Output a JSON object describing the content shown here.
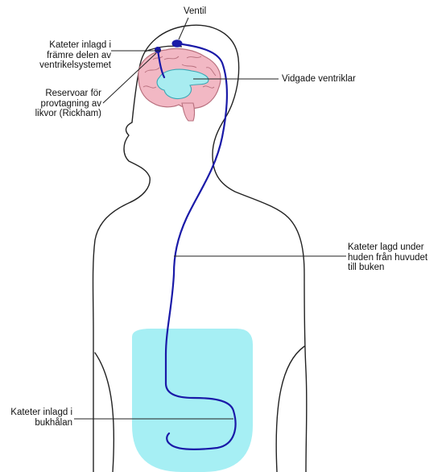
{
  "labels": {
    "ventil": "Ventil",
    "kateter_framre": "Kateter inlagd i\nfrämre delen av\nventrikelsystemet",
    "reservoar": "Reservoar för\nprovtagning av\nlikvor (Rickham)",
    "vidgade": "Vidgade ventriklar",
    "kateter_huden": "Kateter lagd under\nhuden från huvudet\ntill buken",
    "kateter_bukhalan": "Kateter inlagd i\nbukhålan"
  },
  "colors": {
    "outline": "#222222",
    "catheter": "#1a1aa8",
    "brain": "#f2b8c4",
    "brain_stroke": "#b8707e",
    "ventricles": "#a8ecf0",
    "ventricle_stroke": "#3aa6b4",
    "abdomen": "#a6eff4",
    "label_text": "#111111"
  }
}
